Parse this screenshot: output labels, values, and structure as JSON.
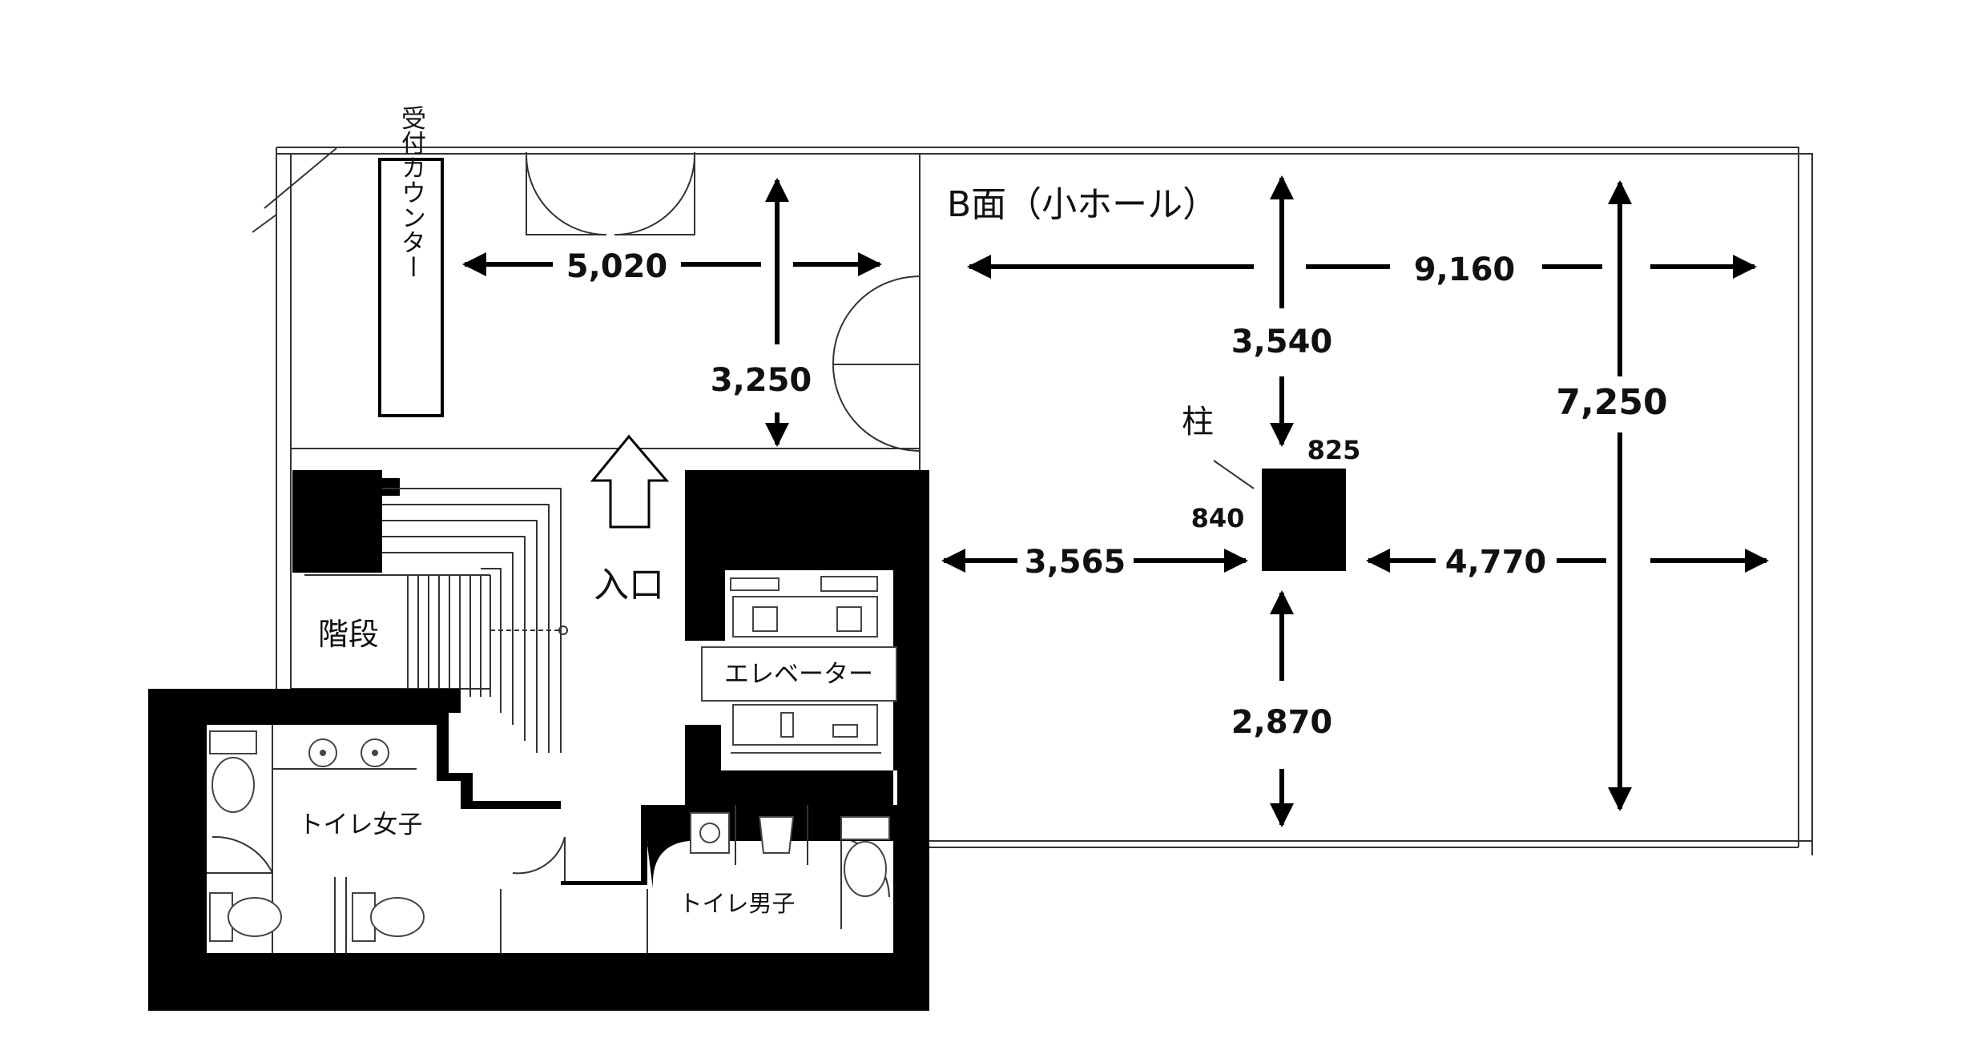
{
  "labels": {
    "reception": "受付カウンター",
    "hall": "B面（小ホール）",
    "pillar": "柱",
    "entrance": "入口",
    "stairs": "階段",
    "elevator": "エレベーター",
    "restroom_women": "トイレ女子",
    "restroom_men": "トイレ男子"
  },
  "dimensions": {
    "lobby_width": "5,020",
    "lobby_depth": "3,250",
    "hall_width": "9,160",
    "hall_depth": "7,250",
    "pillar_to_top": "3,540",
    "pillar_to_left": "3,565",
    "pillar_to_right": "4,770",
    "pillar_to_bottom": "2,870",
    "pillar_width": "825",
    "pillar_depth": "840"
  },
  "colors": {
    "wall": "#000000",
    "line": "#333333",
    "background": "#ffffff"
  }
}
